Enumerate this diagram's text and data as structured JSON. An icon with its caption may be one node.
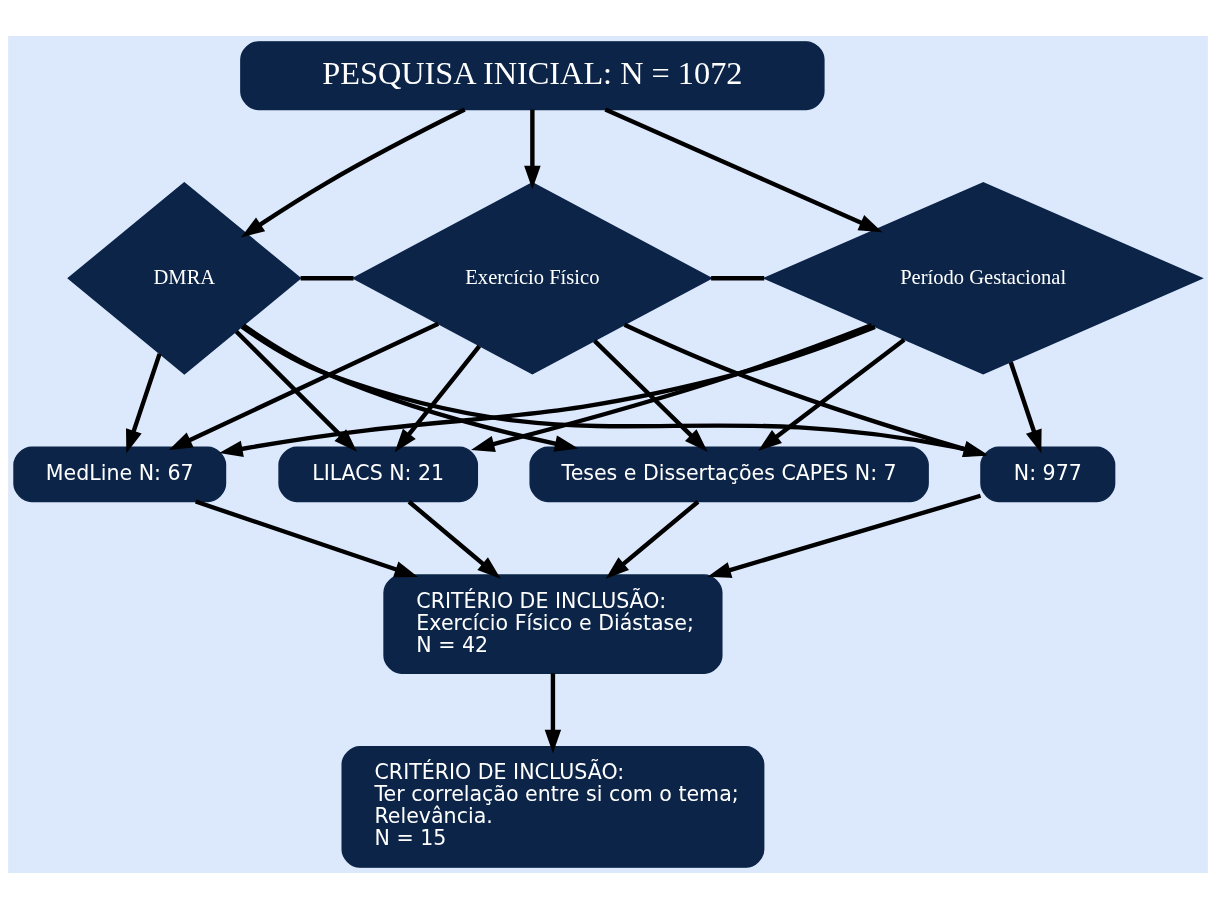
{
  "diagram": {
    "nodes": [
      {
        "text": [
          "PESQUISA INICIAL: N = 1072"
        ]
      },
      {
        "text": [
          "DMRA"
        ]
      },
      {
        "text": [
          "Exercício Físico"
        ]
      },
      {
        "text": [
          "Período Gestacional"
        ]
      },
      {
        "text": [
          "Teses e Dissertações CAPES N: 7"
        ]
      },
      {
        "text": [
          "N: 977"
        ]
      },
      {
        "text": [
          "MedLine N: 67"
        ]
      },
      {
        "text": [
          "LILACS N: 21"
        ]
      },
      {
        "text": [
          "CRITÉRIO DE INCLUSÃO:",
          "Exercício Físico e Diástase;",
          "N = 42"
        ]
      },
      {
        "text": [
          "CRITÉRIO DE INCLUSÃO:",
          "Ter correlação entre si com o tema;",
          "Relevância.",
          "N = 15"
        ]
      }
    ],
    "edges": [
      {
        "from": 0,
        "to": 1,
        "arrow": "to"
      },
      {
        "from": 0,
        "to": 2,
        "arrow": "to"
      },
      {
        "from": 0,
        "to": 3,
        "arrow": "to"
      },
      {
        "from": 1,
        "to": 2,
        "arrow": "none"
      },
      {
        "from": 2,
        "to": 3,
        "arrow": "none"
      },
      {
        "from": 1,
        "to": 4,
        "arrow": "to"
      },
      {
        "from": 1,
        "to": 5,
        "arrow": "to"
      },
      {
        "from": 1,
        "to": 6,
        "arrow": "to"
      },
      {
        "from": 1,
        "to": 7,
        "arrow": "to"
      },
      {
        "from": 2,
        "to": 4,
        "arrow": "to"
      },
      {
        "from": 2,
        "to": 5,
        "arrow": "to"
      },
      {
        "from": 2,
        "to": 6,
        "arrow": "to"
      },
      {
        "from": 2,
        "to": 7,
        "arrow": "to"
      },
      {
        "from": 3,
        "to": 4,
        "arrow": "to"
      },
      {
        "from": 3,
        "to": 5,
        "arrow": "to"
      },
      {
        "from": 3,
        "to": 6,
        "arrow": "to"
      },
      {
        "from": 3,
        "to": 7,
        "arrow": "to"
      },
      {
        "from": 4,
        "to": 8,
        "arrow": "to"
      },
      {
        "from": 5,
        "to": 8,
        "arrow": "to"
      },
      {
        "from": 6,
        "to": 8,
        "arrow": "to"
      },
      {
        "from": 7,
        "to": 8,
        "arrow": "to"
      },
      {
        "from": 8,
        "to": 9,
        "arrow": "to"
      }
    ]
  }
}
